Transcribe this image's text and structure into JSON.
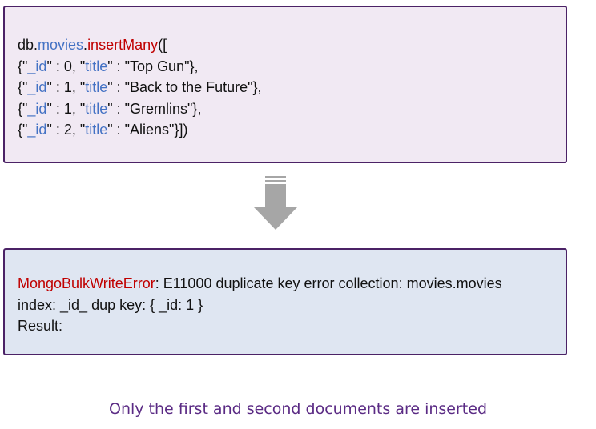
{
  "code": {
    "line1": {
      "prefix": "db.",
      "collection": "movies",
      "dot": ".",
      "method": "insertMany",
      "suffix": "(["
    },
    "docs": [
      {
        "open": "{\"",
        "id_key": "_id",
        "mid": "\" : 0, \"",
        "title_key": "title",
        "rest": "\" : \"Top Gun\"},"
      },
      {
        "open": "{\"",
        "id_key": "_id",
        "mid": "\" : 1, \"",
        "title_key": "title",
        "rest": "\" : \"Back to the Future\"},"
      },
      {
        "open": "{\"",
        "id_key": "_id",
        "mid": "\" : 1, \"",
        "title_key": "title",
        "rest": "\" : \"Gremlins\"},"
      },
      {
        "open": "{\"",
        "id_key": "_id",
        "mid": "\" : 2, \"",
        "title_key": "title",
        "rest": "\" : \"Aliens\"}])"
      }
    ]
  },
  "error": {
    "name": "MongoBulkWriteError",
    "message": ": E11000 duplicate key error collection: movies.movies",
    "line2": "index: _id_ dup key: { _id: 1 }",
    "line3": "Result:"
  },
  "caption": "Only the first and second documents are inserted",
  "colors": {
    "code_box_bg": "#f1e9f3",
    "error_box_bg": "#dfe6f2",
    "border": "#4b2266",
    "keyword_blue": "#4472c4",
    "error_red": "#c00000",
    "caption": "#5a2a84",
    "arrow": "#a6a6a6"
  },
  "icons": {
    "arrow": "down-arrow-icon"
  }
}
